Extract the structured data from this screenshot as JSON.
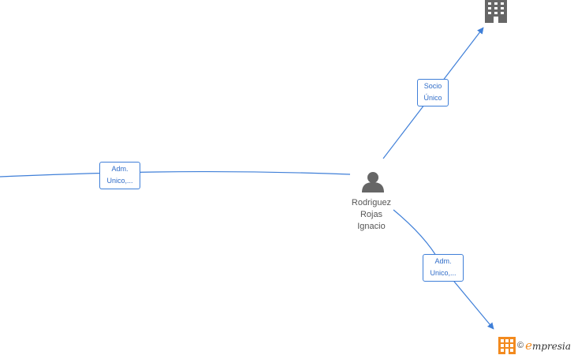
{
  "colors": {
    "edge": "#3f7fd8",
    "node_icon": "#666666",
    "brand_orange": "#f28a1e"
  },
  "edges": [
    {
      "id": "left",
      "label_line1": "Adm.",
      "label_line2": "Unico,..."
    },
    {
      "id": "top-right",
      "label_line1": "Socio",
      "label_line2": "Único"
    },
    {
      "id": "bottom-right",
      "label_line1": "Adm.",
      "label_line2": "Unico,..."
    }
  ],
  "center_node": {
    "icon": "person-icon",
    "name_line1": "Rodriguez",
    "name_line2": "Rojas",
    "name_line3": "Ignacio"
  },
  "company_nodes": [
    {
      "icon": "building-icon",
      "color": "#666666"
    },
    {
      "icon": "building-icon",
      "color": "#f28a1e"
    }
  ],
  "brand": {
    "copyright": "©",
    "e_letter": "e",
    "name_rest": "mpresia"
  }
}
